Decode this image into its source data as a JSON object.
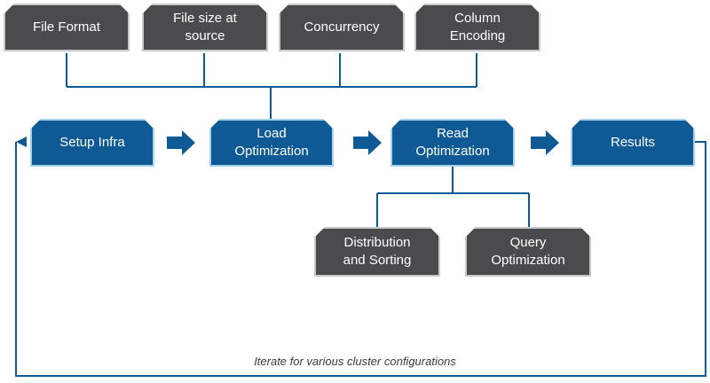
{
  "factors": [
    {
      "label": "File Format"
    },
    {
      "label": "File size at source"
    },
    {
      "label": "Concurrency"
    },
    {
      "label": "Column Encoding"
    }
  ],
  "stages": [
    {
      "label": "Setup Infra"
    },
    {
      "label": "Load Optimization"
    },
    {
      "label": "Read Optimization"
    },
    {
      "label": "Results"
    }
  ],
  "read_factors": [
    {
      "label": "Distribution and Sorting"
    },
    {
      "label": "Query Optimization"
    }
  ],
  "loop_caption": "Iterate for various cluster configurations",
  "colors": {
    "factor_fill": "#4a4b4d",
    "stage_fill": "#0f5a94",
    "connector": "#0f5a94"
  }
}
